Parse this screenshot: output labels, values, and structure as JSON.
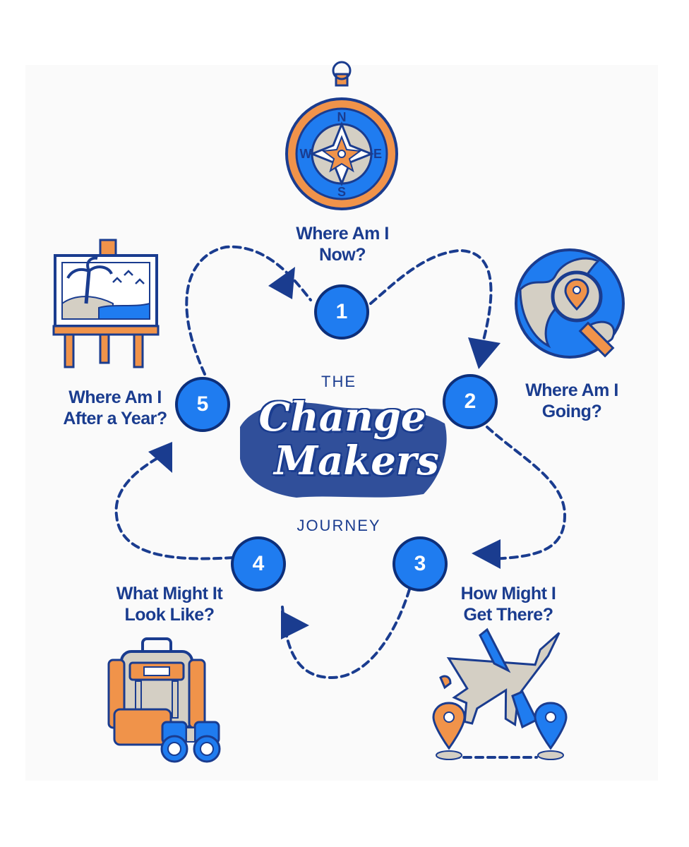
{
  "title": {
    "top": "THE",
    "script_line1": "Change",
    "script_line2": "Makers",
    "bottom": "JOURNEY"
  },
  "steps": [
    {
      "number": "1",
      "line1": "Where Am I",
      "line2": "Now?",
      "icon": "compass-icon"
    },
    {
      "number": "2",
      "line1": "Where Am I",
      "line2": "Going?",
      "icon": "globe-search-icon"
    },
    {
      "number": "3",
      "line1": "How Might I",
      "line2": "Get There?",
      "icon": "airplane-route-icon"
    },
    {
      "number": "4",
      "line1": "What Might It",
      "line2": "Look Like?",
      "icon": "backpack-binoculars-icon"
    },
    {
      "number": "5",
      "line1": "Where Am I",
      "line2": "After a Year?",
      "icon": "easel-painting-icon"
    }
  ],
  "compass_letters": {
    "n": "N",
    "e": "E",
    "s": "S",
    "w": "W"
  },
  "colors": {
    "navy": "#1a3c8f",
    "blue": "#1f7cf0",
    "orange": "#f0934a",
    "beige": "#d4cfc4",
    "background": "#fafafa"
  }
}
